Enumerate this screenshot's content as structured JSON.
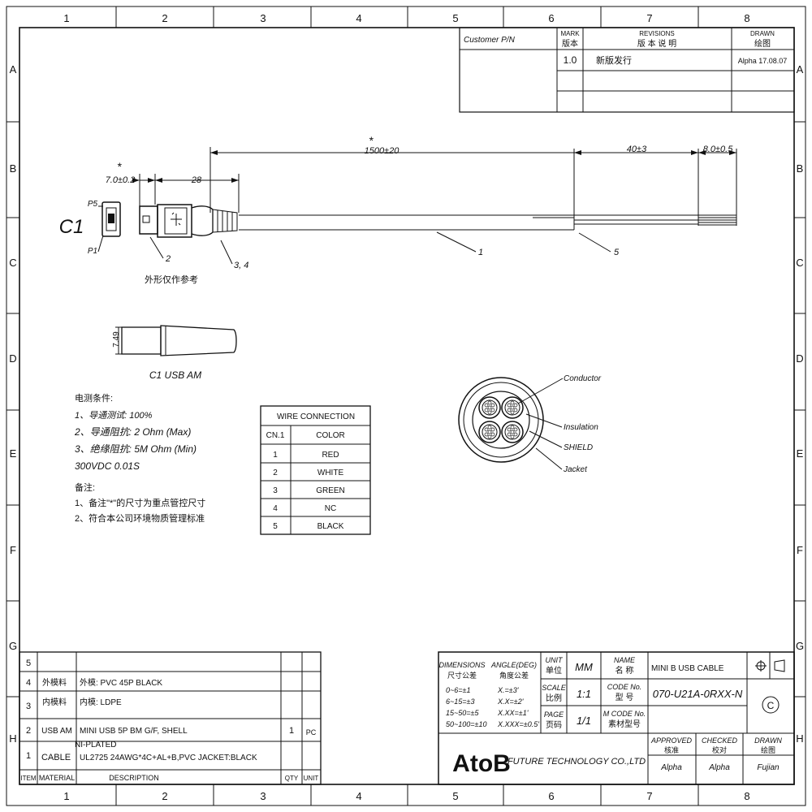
{
  "grid": {
    "columns": [
      "1",
      "2",
      "3",
      "4",
      "5",
      "6",
      "7",
      "8"
    ],
    "rows": [
      "A",
      "B",
      "C",
      "D",
      "E",
      "F",
      "G",
      "H"
    ]
  },
  "revisions": {
    "customer_pn": "Customer P/N",
    "mark_label": "MARK",
    "mark_label_cn": "版本",
    "revisions_label": "REVISIONS",
    "revisions_label_cn": "版 本 说 明",
    "drawn_label": "DRAWN",
    "drawn_label_cn": "绘图",
    "mark": "1.0",
    "description": "新版发行",
    "drawn": "Alpha 17.08.07"
  },
  "drawing": {
    "dim_len": "1500±20",
    "dim_40": "40±3",
    "dim_8": "8.0±0.5",
    "dim_7": "7.0±0.2",
    "dim_28": "28",
    "star": "*",
    "c1": "C1",
    "p5": "P5",
    "p1": "P1",
    "c1_2": "2",
    "c1_34": "3, 4",
    "c1_1": "1",
    "c1_5": "5",
    "shape_note": "外形仅作参考",
    "dim_749": "7.49",
    "c1_caption": "C1 USB AM",
    "conductor": "Conductor",
    "insulation": "Insulation",
    "shield": "SHIELD",
    "jacket": "Jacket"
  },
  "notes": {
    "test_title": "电测条件:",
    "test_lines": [
      "1、导通测试: 100%",
      "2、导通阻抗: 2 Ohm (Max)",
      "3、绝缘阻抗: 5M Ohm (Min)",
      "300VDC 0.01S"
    ],
    "remark_title": "备注:",
    "remark_lines": [
      "1、备注\"*\"的尺寸为重点管控尺寸",
      "2、符合本公司环境物质管理标准"
    ]
  },
  "wire_table": {
    "title": "WIRE CONNECTION",
    "header": [
      "CN.1",
      "COLOR"
    ],
    "rows": [
      [
        "1",
        "RED"
      ],
      [
        "2",
        "WHITE"
      ],
      [
        "3",
        "GREEN"
      ],
      [
        "4",
        "NC"
      ],
      [
        "5",
        "BLACK"
      ]
    ]
  },
  "bom": {
    "rows": [
      {
        "item": "5",
        "material": "",
        "desc": "",
        "qty": "",
        "unit": ""
      },
      {
        "item": "4",
        "material": "外模料",
        "desc": "外模: PVC 45P BLACK",
        "qty": "",
        "unit": ""
      },
      {
        "item": "3",
        "material": "内模料",
        "desc": "内模: LDPE",
        "qty": "",
        "unit": ""
      },
      {
        "item": "2",
        "material": "USB AM",
        "desc": "MINI USB 5P BM G/F, SHELL",
        "qty": "1",
        "unit": "PC"
      },
      {
        "item": "1",
        "material": "CABLE",
        "desc": "UL2725 24AWG*4C+AL+B,PVC JACKET:BLACK",
        "qty": "",
        "unit": ""
      }
    ],
    "desc_extra": "NI-PLATED",
    "header": [
      "ITEM",
      "MATERIAL",
      "DESCRIPTION",
      "QTY",
      "UNIT"
    ]
  },
  "title_block": {
    "dimensions": "DIMENSIONS",
    "dimensions_cn": "尺寸公差",
    "angle": "ANGLE(DEG)",
    "angle_cn": "角度公差",
    "tol": [
      "0~6=±1",
      "6~15=±3",
      "15~50=±5",
      "50~100=±10"
    ],
    "ang": [
      "X.=±3'",
      "X.X=±2'",
      "X.XX=±1'",
      "X.XXX=±0.5'"
    ],
    "unit_label": "UNIT",
    "unit_label_cn": "单位",
    "unit": "MM",
    "scale_label": "SCALE",
    "scale_label_cn": "比例",
    "scale": "1:1",
    "page_label": "PAGE",
    "page_label_cn": "页码",
    "page": "1/1",
    "name_label": "NAME",
    "name_label_cn": "名 称",
    "name": "MINI B USB CABLE",
    "code_label": "CODE No.",
    "code_label_cn": "型 号",
    "code": "070-U21A-0RXX-N",
    "mcode_label": "M CODE No.",
    "mcode_label_cn": "素材型号",
    "company_logo": "AtoB",
    "company": "FUTURE TECHNOLOGY CO.,LTD",
    "approved": "APPROVED",
    "approved_cn": "核准",
    "checked": "CHECKED",
    "checked_cn": "校对",
    "drawn": "DRAWN",
    "drawn_cn": "绘图",
    "approved_by": "Alpha",
    "checked_by": "Alpha",
    "drawn_by": "Fujian",
    "copyright": "C"
  }
}
